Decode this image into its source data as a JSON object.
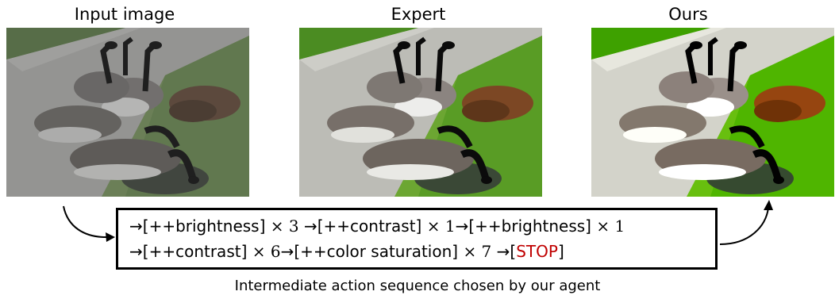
{
  "panels": [
    {
      "title": "Input image",
      "filter": "input"
    },
    {
      "title": "Expert",
      "filter": "expert"
    },
    {
      "title": "Ours",
      "filter": "ours"
    }
  ],
  "sequence": {
    "line1": {
      "arrow": "→",
      "a1": "[++brightness]",
      "a1_mult": "× 3",
      "a2": "[++contrast]",
      "a2_mult": "× 1",
      "a3": "[++brightness]",
      "a3_mult": "× 1"
    },
    "line2": {
      "arrow": "→",
      "b1": "[++contrast]",
      "b1_mult": "× 6",
      "b2": "[++color saturation]",
      "b2_mult": "× 7",
      "b3_open": "[",
      "b3": "STOP",
      "b3_close": "]"
    }
  },
  "caption": "Intermediate action sequence chosen by our agent",
  "colors": {
    "stop": "#c00000"
  }
}
